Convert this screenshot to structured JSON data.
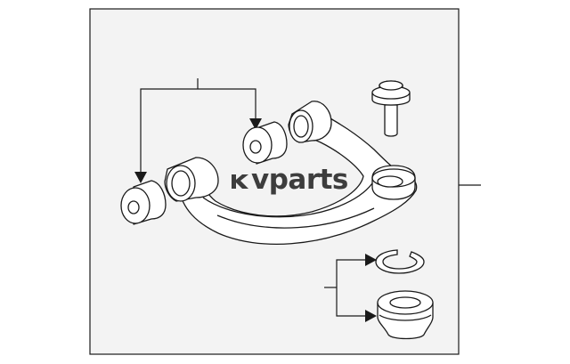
{
  "diagram": {
    "parts": [
      {
        "name": "front-bushing"
      },
      {
        "name": "rear-bushing"
      },
      {
        "name": "upper-control-arm"
      },
      {
        "name": "ball-joint-bolt"
      },
      {
        "name": "snap-ring"
      },
      {
        "name": "dust-boot"
      }
    ]
  },
  "watermark": {
    "text": "vparts",
    "logo_letter": "K"
  },
  "colors": {
    "line": "#1a1a1a",
    "frame_fill": "#f3f3f3",
    "watermark": "#3d3d3d"
  }
}
